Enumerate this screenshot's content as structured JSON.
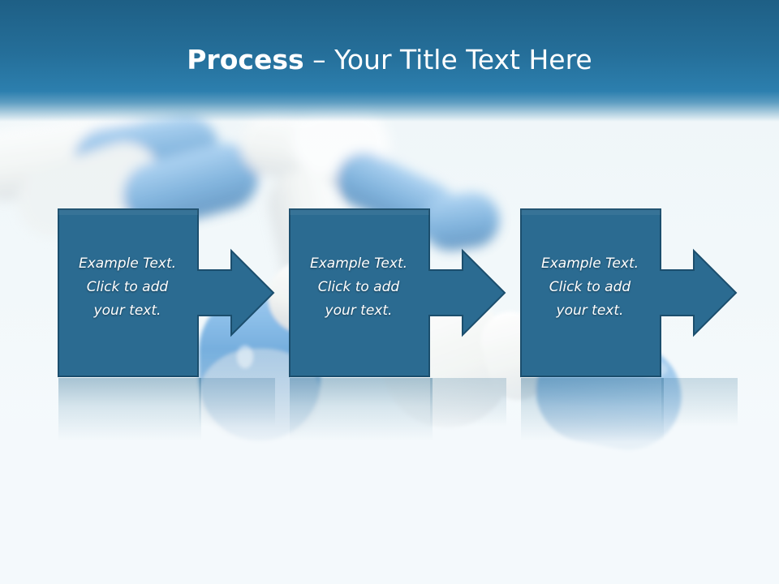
{
  "slide": {
    "title_bold": "Process",
    "title_separator": " – ",
    "title_rest": "Your Title Text Here"
  },
  "steps": [
    {
      "line1": "Example Text.",
      "line2": "Click  to add",
      "line3": "your text."
    },
    {
      "line1": "Example Text.",
      "line2": "Click  to add",
      "line3": "your text."
    },
    {
      "line1": "Example Text.",
      "line2": "Click  to add",
      "line3": "your text."
    }
  ],
  "colors": {
    "title_bar_dark": "#1e5f85",
    "title_bar_light": "#2c7fae",
    "step_fill": "#2b6b91",
    "step_border": "#1b4e6d",
    "pill_blue": "#3f8fd0",
    "pill_white": "#ffffff",
    "background": "#f3f9fb"
  },
  "icons": {
    "step_arrow": "right-arrow-icon",
    "background_image": "capsules-image"
  }
}
